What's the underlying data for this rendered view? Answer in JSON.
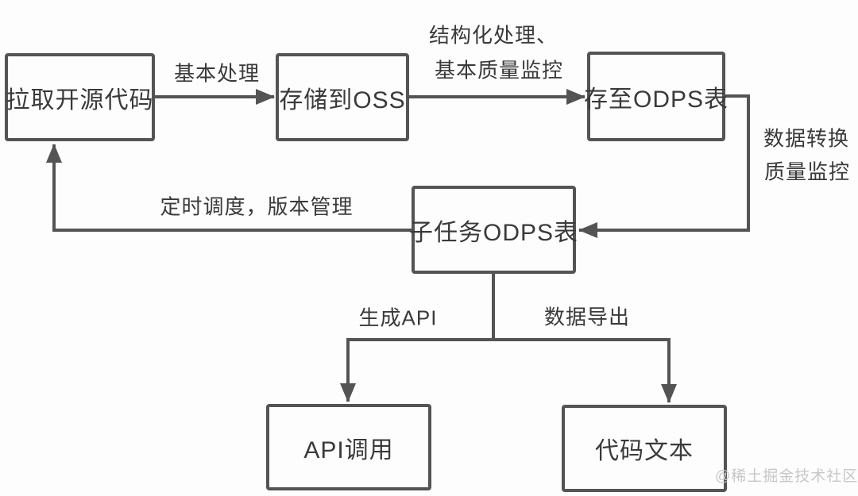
{
  "diagram": {
    "nodes": [
      {
        "id": "pull-source",
        "label": "拉取开源代码"
      },
      {
        "id": "store-oss",
        "label": "存储到OSS"
      },
      {
        "id": "store-odps",
        "label": "存至ODPS表"
      },
      {
        "id": "subtask-odps",
        "label": "子任务ODPS表"
      },
      {
        "id": "api-call",
        "label": "API调用"
      },
      {
        "id": "code-text",
        "label": "代码文本"
      }
    ],
    "edge_labels": {
      "basic_processing": "基本处理",
      "structured_line1": "结构化处理、",
      "structured_line2": "基本质量监控",
      "transform_line1": "数据转换",
      "transform_line2": "质量监控",
      "schedule": "定时调度，版本管理",
      "gen_api": "生成API",
      "data_export": "数据导出"
    },
    "watermark": "@稀土掘金技术社区",
    "colors": {
      "stroke": "#545454",
      "node_border": "#545454",
      "text": "#3a3a3a",
      "watermark": "#c7c7c7",
      "background": "#fdfdfd"
    }
  }
}
